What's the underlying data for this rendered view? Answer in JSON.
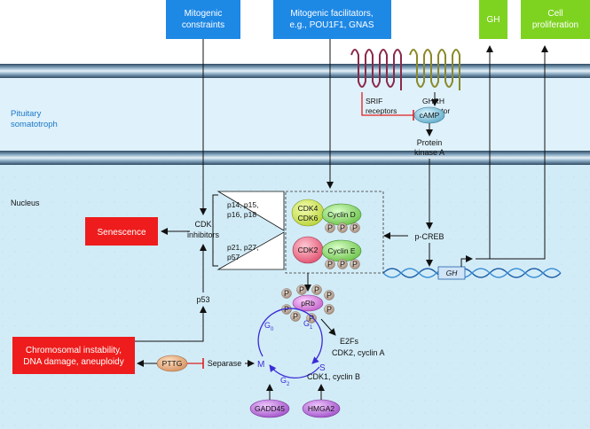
{
  "boxes": {
    "mitogenic_constraints": [
      "Mitogenic",
      "constraints"
    ],
    "mitogenic_facilitators": [
      "Mitogenic facilitators,",
      "e.g., POU1F1, GNAS"
    ],
    "gh": "GH",
    "cell_proliferation": [
      "Cell",
      "proliferation"
    ],
    "senescence": "Senescence",
    "chromosomal": [
      "Chromosomal instability,",
      "DNA damage, aneuploidy"
    ]
  },
  "regions": {
    "pituitary": [
      "Pituitary",
      "somatotroph"
    ],
    "nucleus": "Nucleus"
  },
  "receptors": {
    "srif": [
      "SRIF",
      "receptors"
    ],
    "ghrh": [
      "GHRH",
      "receptor"
    ]
  },
  "labels": {
    "camp": "cAMP",
    "protein_kinase_a": [
      "Protein",
      "kinase A"
    ],
    "p_creb": "p-CREB",
    "gh_gene": "GH",
    "cdk_inhibitors": [
      "CDK",
      "inhibitors"
    ],
    "p53": "p53",
    "ink4": [
      "p14, p15,",
      "p16, p18"
    ],
    "cip": [
      "p21, p27,",
      "p57"
    ],
    "cdk4_6": [
      "CDK4",
      "CDK6"
    ],
    "cyclin_d": "Cyclin D",
    "cdk2": "CDK2",
    "cyclin_e": "Cyclin E",
    "phospho": "P",
    "prb": "pRb",
    "e2fs": "E2Fs",
    "cdk2_cyclin_a": "CDK2, cyclin A",
    "cdk1_cyclin_b": "CDK1, cyclin B",
    "separase": "Separase",
    "pttg": "PTTG",
    "gadd45": "GADD45",
    "hmga2": "HMGA2",
    "phase_g0": "G",
    "phase_g0_sub": "0",
    "phase_g1": "G",
    "phase_g1_sub": "1",
    "phase_g2": "G",
    "phase_g2_sub": "2",
    "phase_m": "M",
    "phase_s": "S"
  },
  "colors": {
    "box_blue": "#1e88e5",
    "box_green": "#7ed321",
    "box_red": "#ee1c1c",
    "membrane": "#4a6a86",
    "cytoplasm": "#dff1fa",
    "nucleus_bg": "#d2ecf7",
    "inhibit_red": "#e02020",
    "cycle_blue": "#3a2cd6",
    "srif_receptor": "#8b2a4a",
    "ghrh_receptor": "#8a8a2a"
  }
}
